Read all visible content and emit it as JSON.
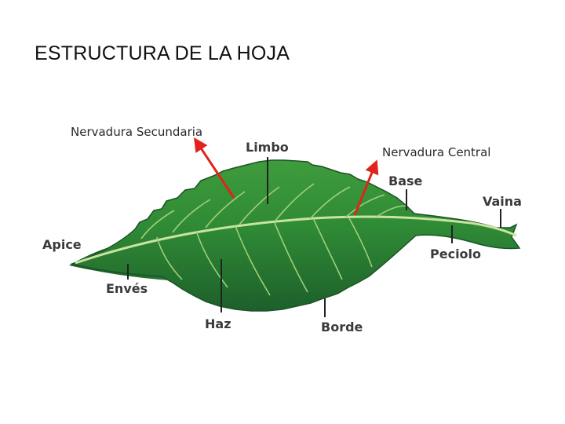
{
  "title": "ESTRUCTURA DE LA HOJA",
  "labels": {
    "nervadura_secundaria": "Nervadura Secundaria",
    "limbo": "Limbo",
    "nervadura_central": "Nervadura Central",
    "base": "Base",
    "vaina": "Vaina",
    "apice": "Apice",
    "peciolo": "Peciolo",
    "enves": "Envés",
    "haz": "Haz",
    "borde": "Borde"
  },
  "colors": {
    "leaf_dark": "#1f6b2e",
    "leaf_mid": "#3e9a3f",
    "leaf_light": "#7cc25a",
    "vein": "#c9e3a0",
    "arrow": "#e0231c"
  }
}
